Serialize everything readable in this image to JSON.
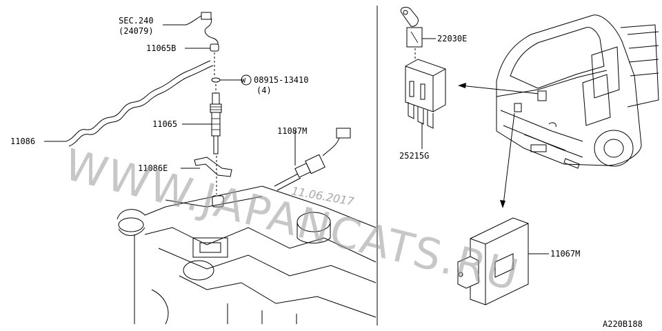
{
  "labels": {
    "sec240": "SEC.240",
    "sec240_sub": "(24079)",
    "p11065B": "11065B",
    "p08915": "08915-13410",
    "p08915_qty": "(4)",
    "washer_mark": "W",
    "p11065": "11065",
    "p11086": "11086",
    "p11087M": "11087M",
    "p11086E": "11086E",
    "p22030E": "22030E",
    "p25215G": "25215G",
    "p11067M": "11067M",
    "diagram_code": "A220B188"
  },
  "watermark": {
    "text": "WWW.JAPANCATS.RU",
    "date": "11.06.2017"
  },
  "colors": {
    "line": "#000000",
    "background": "#ffffff",
    "watermark": "#9a9a9a"
  }
}
